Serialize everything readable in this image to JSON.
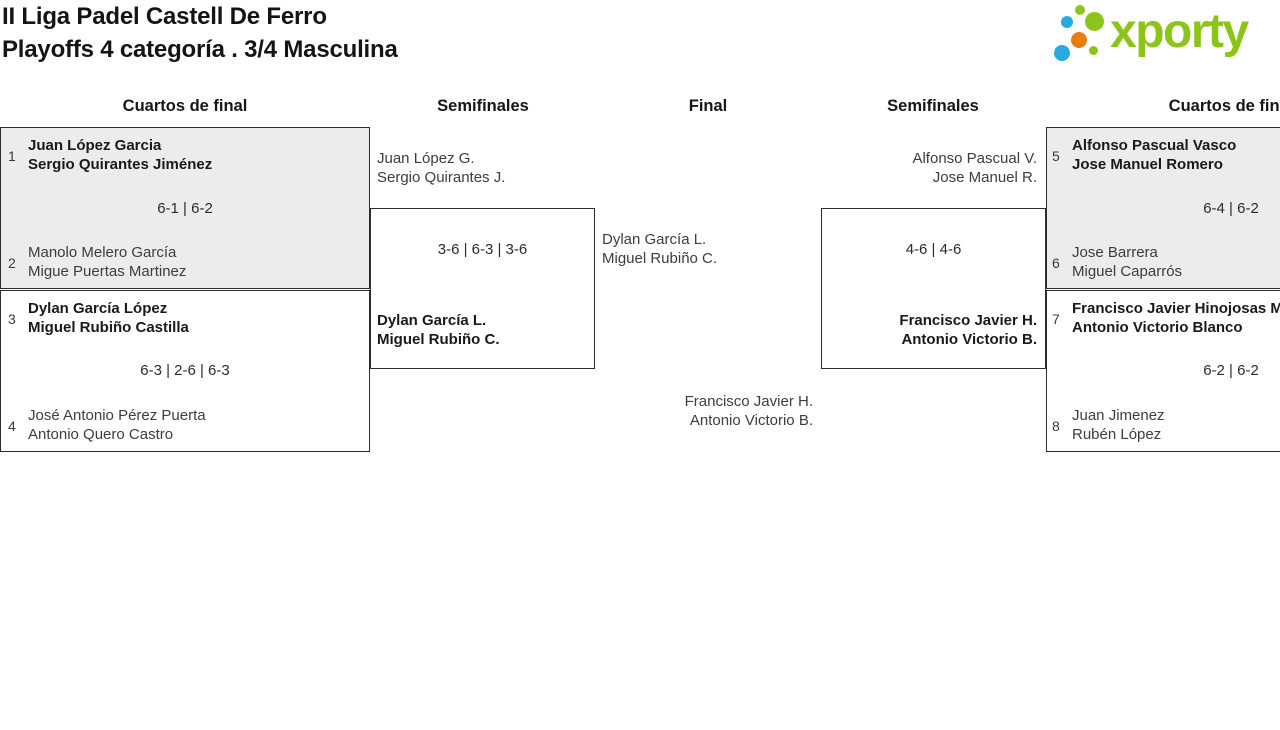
{
  "title": {
    "line1": "II Liga Padel Castell De Ferro",
    "line2": "Playoffs 4 categoría . 3/4 Masculina"
  },
  "logo": {
    "wordmark": "xporty"
  },
  "colors": {
    "logo_green": "#8cc41c",
    "logo_blue": "#29a9e1",
    "logo_orange": "#e87d0d",
    "box_gray": "#ececec",
    "border": "#2d2d2d",
    "text_dark": "#1a1a1a"
  },
  "round_headers": {
    "qf_left": "Cuartos de final",
    "sf_left": "Semifinales",
    "final": "Final",
    "sf_right": "Semifinales",
    "qf_right": "Cuartos de final"
  },
  "matches": {
    "qf_l1": {
      "seed_top": "1",
      "top1": "Juan López Garcia",
      "top2": "Sergio Quirantes Jiménez",
      "score": "6-1 | 6-2",
      "seed_bottom": "2",
      "bot1": "Manolo Melero García",
      "bot2": "Migue Puertas Martinez"
    },
    "qf_l2": {
      "seed_top": "3",
      "top1": "Dylan García López",
      "top2": "Miguel Rubiño Castilla",
      "score": "6-3 | 2-6 | 6-3",
      "seed_bottom": "4",
      "bot1": "José Antonio Pérez Puerta",
      "bot2": "Antonio Quero Castro"
    },
    "sf_l": {
      "top1": "Juan López G.",
      "top2": "Sergio Quirantes J.",
      "score": "3-6 | 6-3 | 3-6",
      "bot1": "Dylan García L.",
      "bot2": "Miguel Rubiño C."
    },
    "final": {
      "top1": "Dylan García L.",
      "top2": "Miguel Rubiño C.",
      "bot1": "Francisco Javier H.",
      "bot2": "Antonio Victorio B."
    },
    "sf_r": {
      "top1": "Alfonso Pascual V.",
      "top2": "Jose Manuel R.",
      "score": "4-6 | 4-6",
      "bot1": "Francisco Javier H.",
      "bot2": "Antonio Victorio B."
    },
    "qf_r1": {
      "seed_top": "5",
      "top1": "Alfonso Pascual Vasco",
      "top2": "Jose Manuel Romero",
      "score": "6-4 | 6-2",
      "seed_bottom": "6",
      "bot1": "Jose Barrera",
      "bot2": "Miguel Caparrós"
    },
    "qf_r2": {
      "seed_top": "7",
      "top1": "Francisco Javier Hinojosas M",
      "top2": "Antonio Victorio Blanco",
      "score": "6-2 | 6-2",
      "seed_bottom": "8",
      "bot1": "Juan Jimenez",
      "bot2": "Rubén López"
    }
  }
}
